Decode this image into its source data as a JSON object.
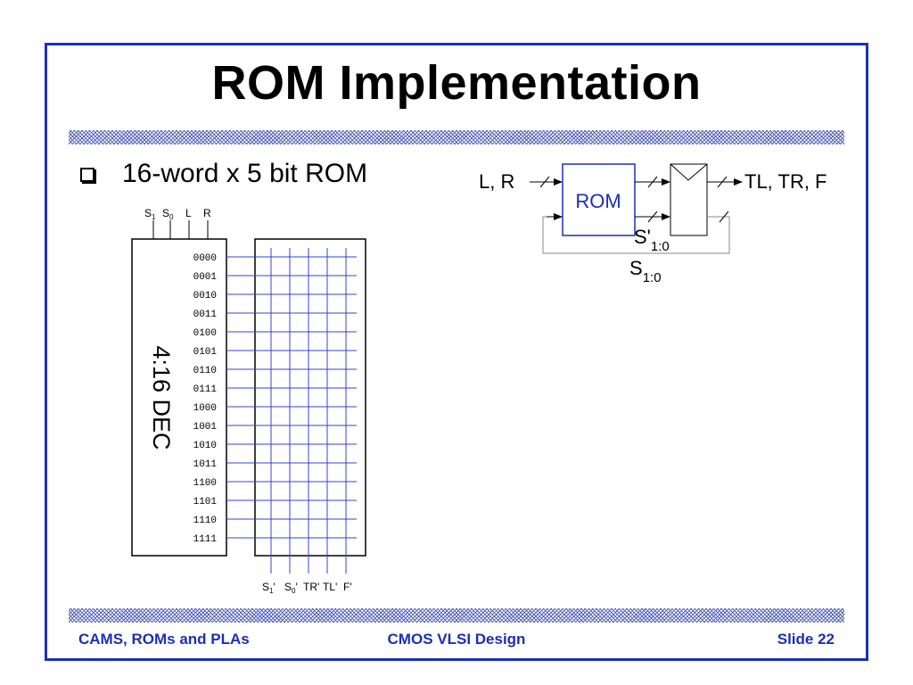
{
  "title": "ROM Implementation",
  "bullet": "16-word x 5 bit ROM",
  "decoder": {
    "label": "4:16 DEC",
    "inputs": [
      {
        "main": "S",
        "sub": "1"
      },
      {
        "main": "S",
        "sub": "0"
      },
      {
        "main": "L",
        "sub": ""
      },
      {
        "main": "R",
        "sub": ""
      }
    ],
    "rows": [
      "0000",
      "0001",
      "0010",
      "0011",
      "0100",
      "0101",
      "0110",
      "0111",
      "1000",
      "1001",
      "1010",
      "1011",
      "1100",
      "1101",
      "1110",
      "1111"
    ]
  },
  "rom_outputs": [
    {
      "main": "S",
      "sub": "1",
      "suffix": "'"
    },
    {
      "main": "S",
      "sub": "0",
      "suffix": "'"
    },
    {
      "main": "TR'",
      "sub": "",
      "suffix": ""
    },
    {
      "main": "TL'",
      "sub": "",
      "suffix": ""
    },
    {
      "main": "F'",
      "sub": "",
      "suffix": ""
    }
  ],
  "block": {
    "input_label": "L, R",
    "rom_label": "ROM",
    "output_label": "TL, TR, F",
    "next_state": {
      "main": "S'",
      "sub": "1:0"
    },
    "state": {
      "main": "S",
      "sub": "1:0"
    }
  },
  "colors": {
    "accent": "#1c2fb5",
    "grid": "#3344cc"
  },
  "footer": {
    "left": "CAMS, ROMs and PLAs",
    "center": "CMOS VLSI Design",
    "right": "Slide 22"
  }
}
